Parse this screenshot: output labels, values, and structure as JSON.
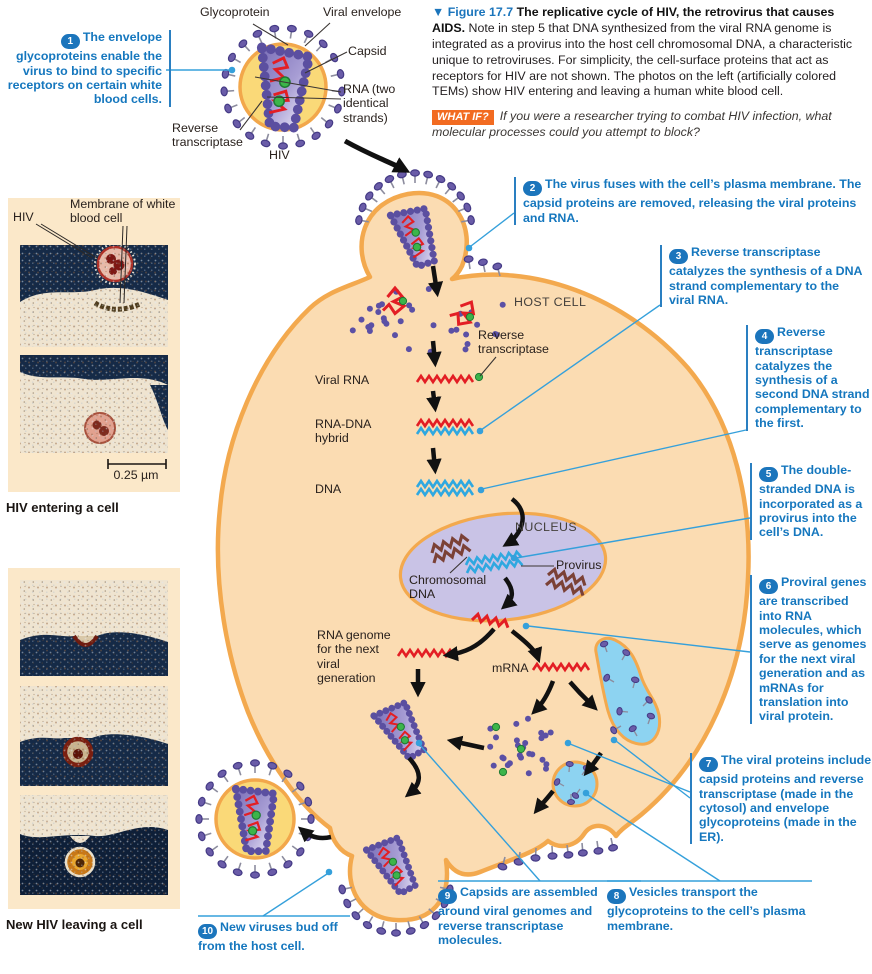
{
  "figure_caption": {
    "label": "▼ Figure 17.7",
    "title": "The replicative cycle of HIV, the retrovirus that causes AIDS.",
    "body": "Note in step 5 that DNA synthesized from the viral RNA genome is integrated as a provirus into the host cell chromosomal DNA, a characteristic unique to retroviruses. For simplicity, the cell-surface proteins that act as receptors for HIV are not shown. The photos on the left (artificially colored TEMs) show HIV entering and leaving a human white blood cell.",
    "what_if_badge": "WHAT IF?",
    "what_if_text": "If you were a researcher trying to combat HIV infection, what molecular processes could you attempt to block?"
  },
  "virion": {
    "glycoprotein": "Glycoprotein",
    "viral_envelope": "Viral envelope",
    "capsid": "Capsid",
    "rna": "RNA (two identical strands)",
    "reverse_transcriptase": "Reverse transcriptase",
    "name": "HIV"
  },
  "micrographs": {
    "entering": {
      "hiv": "HIV",
      "membrane": "Membrane of white blood cell",
      "scale_bar": "0.25 µm",
      "caption": "HIV entering a cell"
    },
    "leaving": {
      "caption": "New HIV leaving a cell"
    }
  },
  "cell": {
    "host_cell": "HOST CELL",
    "reverse_transcriptase": "Reverse transcriptase",
    "viral_rna": "Viral RNA",
    "rna_dna_hybrid": "RNA-DNA hybrid",
    "dna": "DNA",
    "nucleus": "NUCLEUS",
    "chromosomal_dna": "Chromosomal DNA",
    "provirus": "Provirus",
    "rna_genome": "RNA genome for the next viral generation",
    "mrna": "mRNA"
  },
  "steps": [
    {
      "num": "1",
      "text": "The envelope glycoproteins enable the virus to bind to specific receptors on certain white blood cells."
    },
    {
      "num": "2",
      "text": "The virus fuses with the cell’s plasma membrane. The capsid proteins are removed, releasing the viral proteins and RNA."
    },
    {
      "num": "3",
      "text": "Reverse transcriptase catalyzes the synthesis of a DNA strand complementary to the viral RNA."
    },
    {
      "num": "4",
      "text": "Reverse transcriptase catalyzes the synthesis of a second DNA strand complementary to the first."
    },
    {
      "num": "5",
      "text": "The double-stranded DNA is incorporated as a provirus into the cell’s DNA."
    },
    {
      "num": "6",
      "text": "Proviral genes are transcribed into RNA molecules, which serve as genomes for the next viral generation and as mRNAs for translation into viral protein."
    },
    {
      "num": "7",
      "text": "The viral proteins include capsid proteins and reverse transcriptase (made in the cytosol) and envelope glycoproteins (made in the ER)."
    },
    {
      "num": "8",
      "text": "Vesicles transport the glycoproteins to the cell’s plasma membrane."
    },
    {
      "num": "9",
      "text": "Capsids are assembled around viral genomes and reverse transcriptase molecules."
    },
    {
      "num": "10",
      "text": "New viruses bud off from the host cell."
    }
  ],
  "colors": {
    "callout_blue": "#1577BE",
    "leader_blue": "#35A0DB",
    "badge_blue": "#1B75BC",
    "cell_fill": "#FBDCB2",
    "cell_stroke": "#F3A94E",
    "nucleus_fill": "#C9C3E6",
    "capsid_purple": "#5B4FA0",
    "rna_red": "#E31E24",
    "dna_blue": "#2FA8E0",
    "chromosome_brown": "#7B4136",
    "reverse_transcriptase_green": "#3CB54A",
    "what_if_orange": "#F26B21",
    "photo_panel_bg": "#FBE8C9"
  }
}
